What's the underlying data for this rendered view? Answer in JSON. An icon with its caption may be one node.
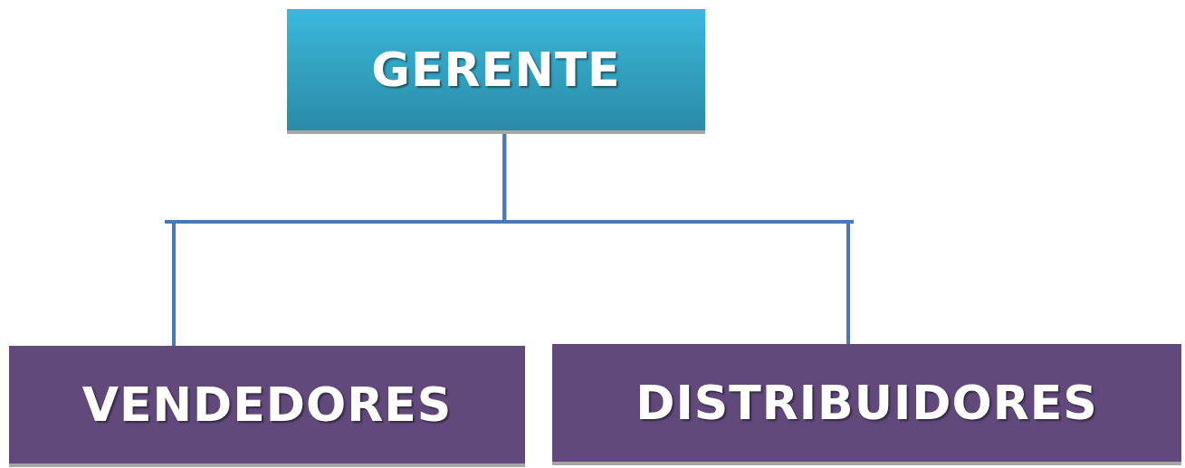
{
  "diagram": {
    "nodes": [
      {
        "text": [
          "GERENTE"
        ]
      },
      {
        "text": [
          "VENDEDORES"
        ]
      },
      {
        "text": [
          "DISTRIBUIDORES"
        ]
      }
    ],
    "edges": [
      {
        "from": 0,
        "to": 1,
        "arrow": "none"
      },
      {
        "from": 0,
        "to": 2,
        "arrow": "none"
      }
    ]
  }
}
